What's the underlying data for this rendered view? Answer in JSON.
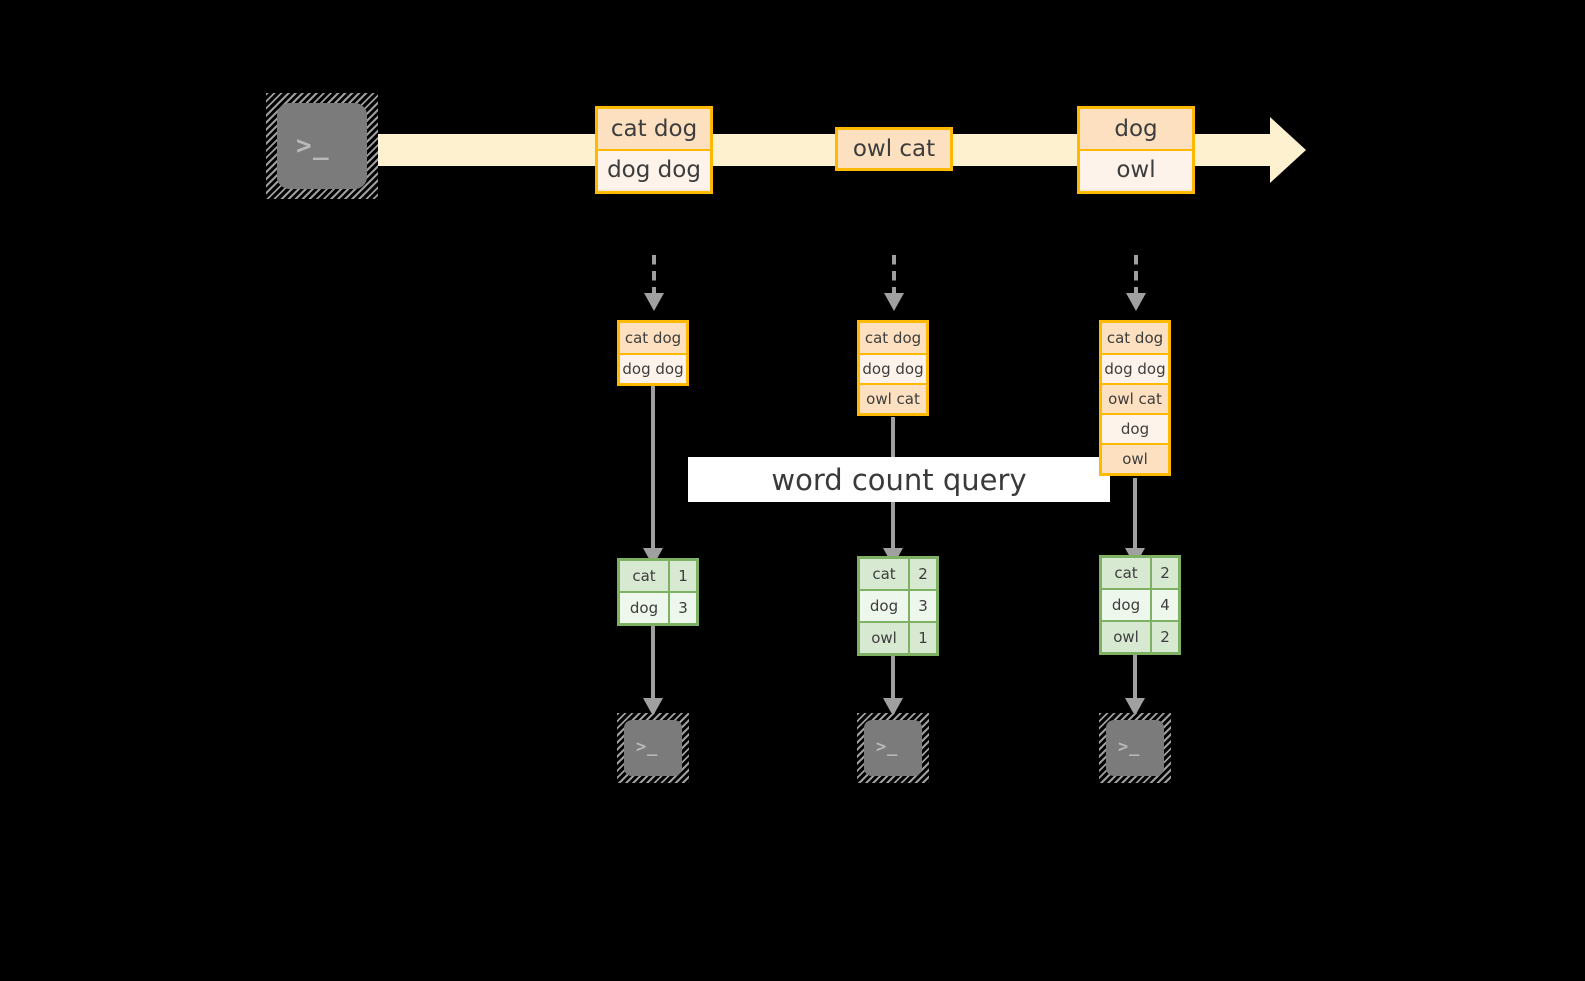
{
  "diagram": {
    "title_label": "word count query",
    "colors": {
      "background": "#000000",
      "stream_fill": "#fdf1cf",
      "event_border": "#ffb900",
      "event_fill_dark": "#fce0c0",
      "event_fill_light": "#fdf3ea",
      "table_border": "#7fb164",
      "table_fill_dark": "#d8e9d2",
      "table_fill_light": "#eef7ec",
      "connector": "#a0a0a0",
      "terminal_body": "#7b7b7b",
      "label_band": "#ffffff"
    },
    "source": {
      "icon": "terminal-icon",
      "glyph": ">_"
    },
    "stream": {
      "events": [
        {
          "name": "event-group-1",
          "lines": [
            "cat dog",
            "dog dog"
          ]
        },
        {
          "name": "event-group-2",
          "lines": [
            "owl cat"
          ]
        },
        {
          "name": "event-group-3",
          "lines": [
            "dog",
            "owl"
          ]
        }
      ]
    },
    "snapshots": [
      {
        "name": "snapshot-1",
        "input_lines": [
          "cat dog",
          "dog dog"
        ],
        "result": {
          "rows": [
            {
              "word": "cat",
              "count": "1"
            },
            {
              "word": "dog",
              "count": "3"
            }
          ]
        },
        "sink": {
          "icon": "terminal-icon",
          "glyph": ">_"
        }
      },
      {
        "name": "snapshot-2",
        "input_lines": [
          "cat dog",
          "dog dog",
          "owl cat"
        ],
        "result": {
          "rows": [
            {
              "word": "cat",
              "count": "2"
            },
            {
              "word": "dog",
              "count": "3"
            },
            {
              "word": "owl",
              "count": "1"
            }
          ]
        },
        "sink": {
          "icon": "terminal-icon",
          "glyph": ">_"
        }
      },
      {
        "name": "snapshot-3",
        "input_lines": [
          "cat dog",
          "dog dog",
          "owl cat",
          "dog",
          "owl"
        ],
        "result": {
          "rows": [
            {
              "word": "cat",
              "count": "2"
            },
            {
              "word": "dog",
              "count": "4"
            },
            {
              "word": "owl",
              "count": "2"
            }
          ]
        },
        "sink": {
          "icon": "terminal-icon",
          "glyph": ">_"
        }
      }
    ]
  }
}
